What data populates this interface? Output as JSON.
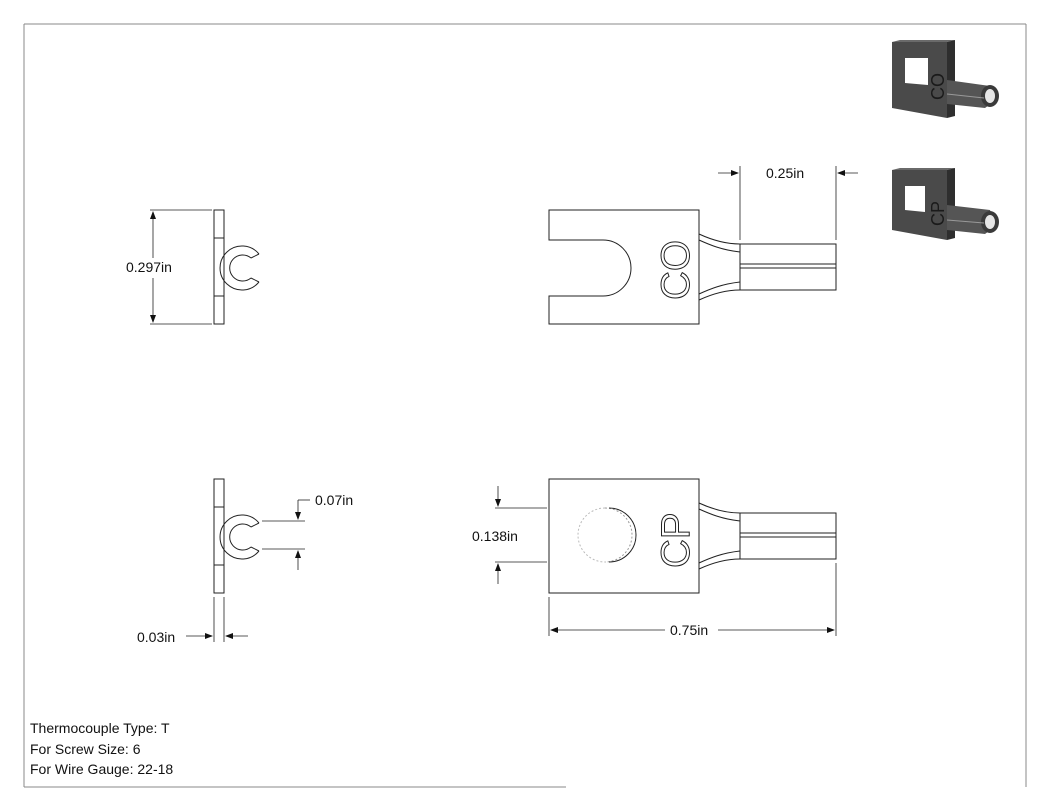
{
  "dimensions": {
    "height_left": "0.297in",
    "lead_length": "0.25in",
    "slot_gap": "0.07in",
    "slot_width": "0.138in",
    "thickness": "0.03in",
    "overall_length": "0.75in"
  },
  "labels": {
    "top_marking": "CO",
    "bottom_marking": "CP"
  },
  "notes": {
    "thermocouple_type": "Thermocouple Type: T",
    "screw_size": "For Screw Size: 6",
    "wire_gauge": "For Wire Gauge: 22-18"
  },
  "colors": {
    "line": "#222222",
    "render_dark": "#3a3a3a",
    "render_mid": "#5a5a5a",
    "render_light": "#8a8a8a"
  }
}
